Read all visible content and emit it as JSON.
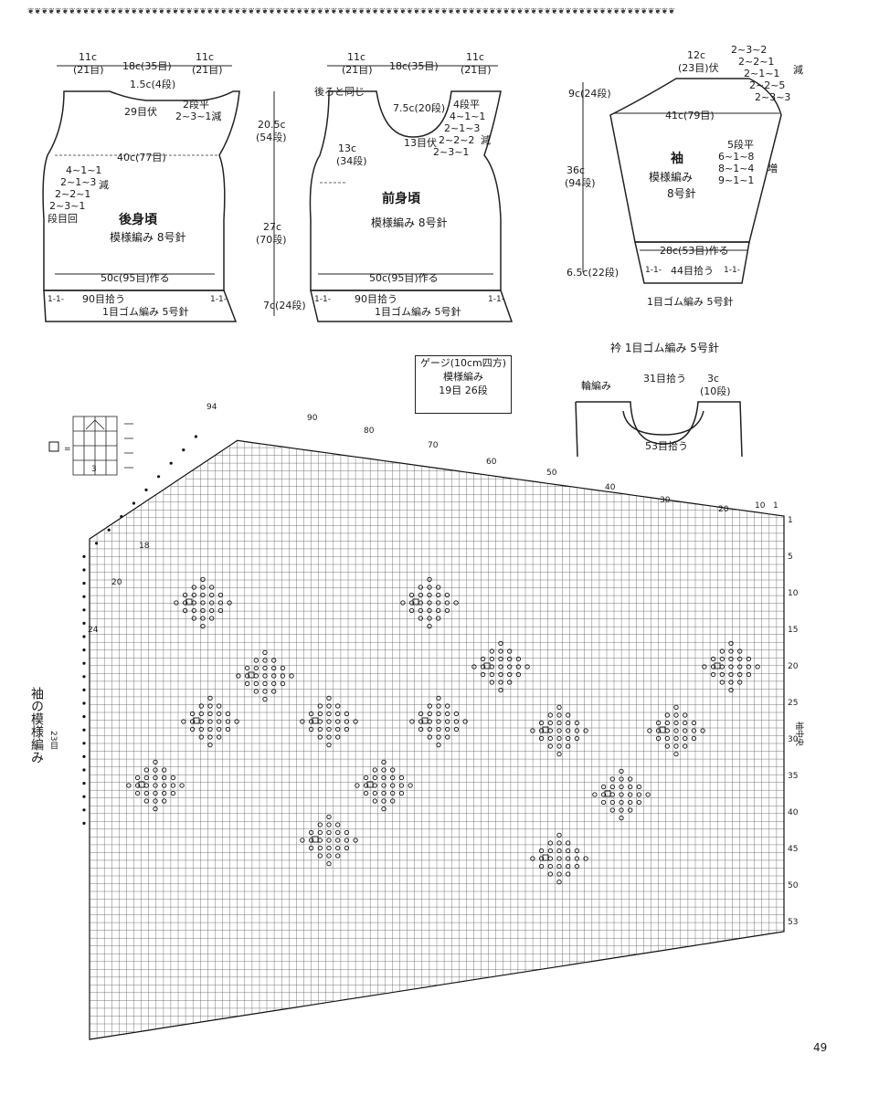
{
  "border_pattern": "❦❦❦❦❦❦❦❦❦❦❦❦❦❦❦❦❦❦❦❦❦❦❦❦❦❦❦❦❦❦❦❦❦❦❦❦❦❦❦❦❦❦❦❦❦❦❦❦❦❦❦❦❦❦❦❦❦❦❦❦❦❦❦❦❦❦❦❦❦❦❦❦❦❦❦❦❦❦❦❦❦❦❦❦❦❦❦❦❦❦❦❦❦❦",
  "back": {
    "title": "後身頃",
    "pattern": "模様編み 8号針",
    "top_left": "11c",
    "top_left_st": "(21目)",
    "top_mid": "18c(35目)",
    "top_right": "11c",
    "top_right_st": "(21目)",
    "neck_depth": "1.5c(4段)",
    "neck_bind": "29目伏",
    "neck_dec": [
      "2段平",
      "2~3~1減"
    ],
    "width": "40c(77目)",
    "armhole_dec": [
      "4~1~1",
      "2~1~3",
      "2~2~1",
      "2~3~1"
    ],
    "dec_label": "減",
    "armhole_label": "段目回",
    "hem_width": "50c(95目)作る",
    "rib_pick": "90目拾う",
    "rib_label": "1目ゴム編み 5号針",
    "rib_mark": "1-1-"
  },
  "front": {
    "title": "前身頃",
    "pattern": "模様編み 8号針",
    "top_left": "11c",
    "top_left_st": "(21目)",
    "top_mid": "18c(35目)",
    "top_right": "11c",
    "top_right_st": "(21目)",
    "same_as_back": "後ろと同じ",
    "neck_depth": "7.5c(20段)",
    "neck_bind": "13目伏",
    "neck_dec": [
      "4段平",
      "4~1~1",
      "2~1~3",
      "2~2~2",
      "2~3~1"
    ],
    "dec_label": "減",
    "side_len": "13c",
    "side_rows": "(34段)",
    "hem_width": "50c(95目)作る",
    "rib_pick": "90目拾う",
    "rib_label": "1目ゴム編み 5号針",
    "rib_mark": "1-1-"
  },
  "body_lengths": {
    "armhole": "20.5c",
    "armhole_rows": "(54段)",
    "body": "27c",
    "body_rows": "(70段)",
    "rib": "7c(24段)"
  },
  "sleeve": {
    "title": "袖",
    "pattern": "模様編み",
    "needle": "8号針",
    "cap_top": "12c",
    "cap_top_st": "(23目)伏",
    "cap_dec": [
      "2~3~2",
      "2~2~1",
      "2~1~1",
      "2~2~5",
      "2~3~3"
    ],
    "dec_label": "減",
    "cap_height": "9c(24段)",
    "width": "41c(79目)",
    "length": "36c",
    "length_rows": "(94段)",
    "inc": [
      "5段平",
      "6~1~8",
      "8~1~4",
      "9~1~1"
    ],
    "inc_label": "増",
    "cuff_width": "28c(53目)作る",
    "cuff_pick": "44目拾う",
    "cuff_len": "6.5c(22段)",
    "cuff_label": "1目ゴム編み 5号針",
    "rib_mark": "1-1-"
  },
  "gauge": {
    "title": "ゲージ(10cm四方)",
    "pattern": "模様編み",
    "value": "19目 26段"
  },
  "collar": {
    "title": "衿 1目ゴム編み 5号針",
    "round": "輪編み",
    "pick_top": "31目拾う",
    "depth": "3c",
    "depth_rows": "(10段)",
    "pick_bottom": "53目拾う"
  },
  "chart": {
    "title": "袖の模様編み",
    "sub": "23目",
    "center_label": "袖中央",
    "row_labels": [
      "1",
      "5",
      "10",
      "15",
      "20",
      "25",
      "30",
      "35",
      "40",
      "45",
      "50",
      "53"
    ],
    "top_labels": [
      "94",
      "90",
      "80",
      "70",
      "60",
      "50",
      "40",
      "30",
      "20",
      "10",
      "1"
    ],
    "left_labels": [
      "18",
      "20",
      "24"
    ],
    "legend_symbol": "□",
    "legend_eq": "=",
    "legend_num": "3"
  },
  "page_number": "49"
}
